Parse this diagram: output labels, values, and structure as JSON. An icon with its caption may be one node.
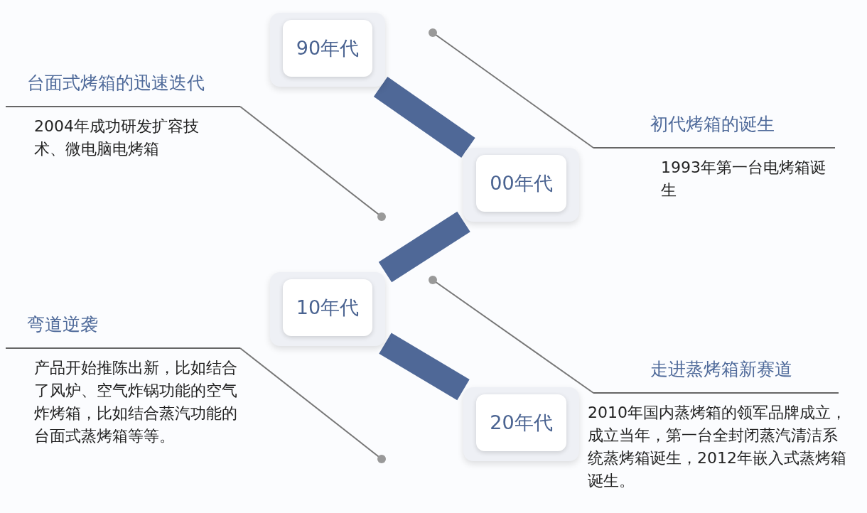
{
  "diagram": {
    "nodes": [
      {
        "text": [
          "90年代"
        ]
      },
      {
        "text": [
          "00年代"
        ]
      },
      {
        "text": [
          "10年代"
        ]
      },
      {
        "text": [
          "20年代"
        ]
      },
      {
        "text": [
          "初代烤箱的诞生",
          "1993年第一台电烤箱诞生"
        ]
      },
      {
        "text": [
          "台面式烤箱的迅速迭代",
          "2004年成功研发扩容技术、微电脑电烤箱"
        ]
      },
      {
        "text": [
          "弯道逆袭",
          "产品开始推陈出新，比如结合了风炉、空气炸锅功能的空气炸烤箱，比如结合蒸汽功能的台面式蒸烤箱等等。"
        ]
      },
      {
        "text": [
          "走进蒸烤箱新赛道",
          "2010年国内蒸烤箱的领军品牌成立，成立当年，第一台全封闭蒸汽清洁系统蒸烤箱诞生，2012年嵌入式蒸烤箱诞生。"
        ]
      }
    ],
    "edges": [
      {
        "from": 0,
        "to": 1,
        "arrow": "none",
        "style": "thick",
        "color": "#4f6897"
      },
      {
        "from": 1,
        "to": 2,
        "arrow": "none",
        "style": "thick",
        "color": "#4f6897"
      },
      {
        "from": 2,
        "to": 3,
        "arrow": "none",
        "style": "thick",
        "color": "#4f6897"
      },
      {
        "from": 4,
        "to": null,
        "arrow": "other"
      },
      {
        "from": 5,
        "to": null,
        "arrow": "other"
      },
      {
        "from": 6,
        "to": null,
        "arrow": "other"
      },
      {
        "from": 7,
        "to": null,
        "arrow": "other"
      }
    ]
  }
}
